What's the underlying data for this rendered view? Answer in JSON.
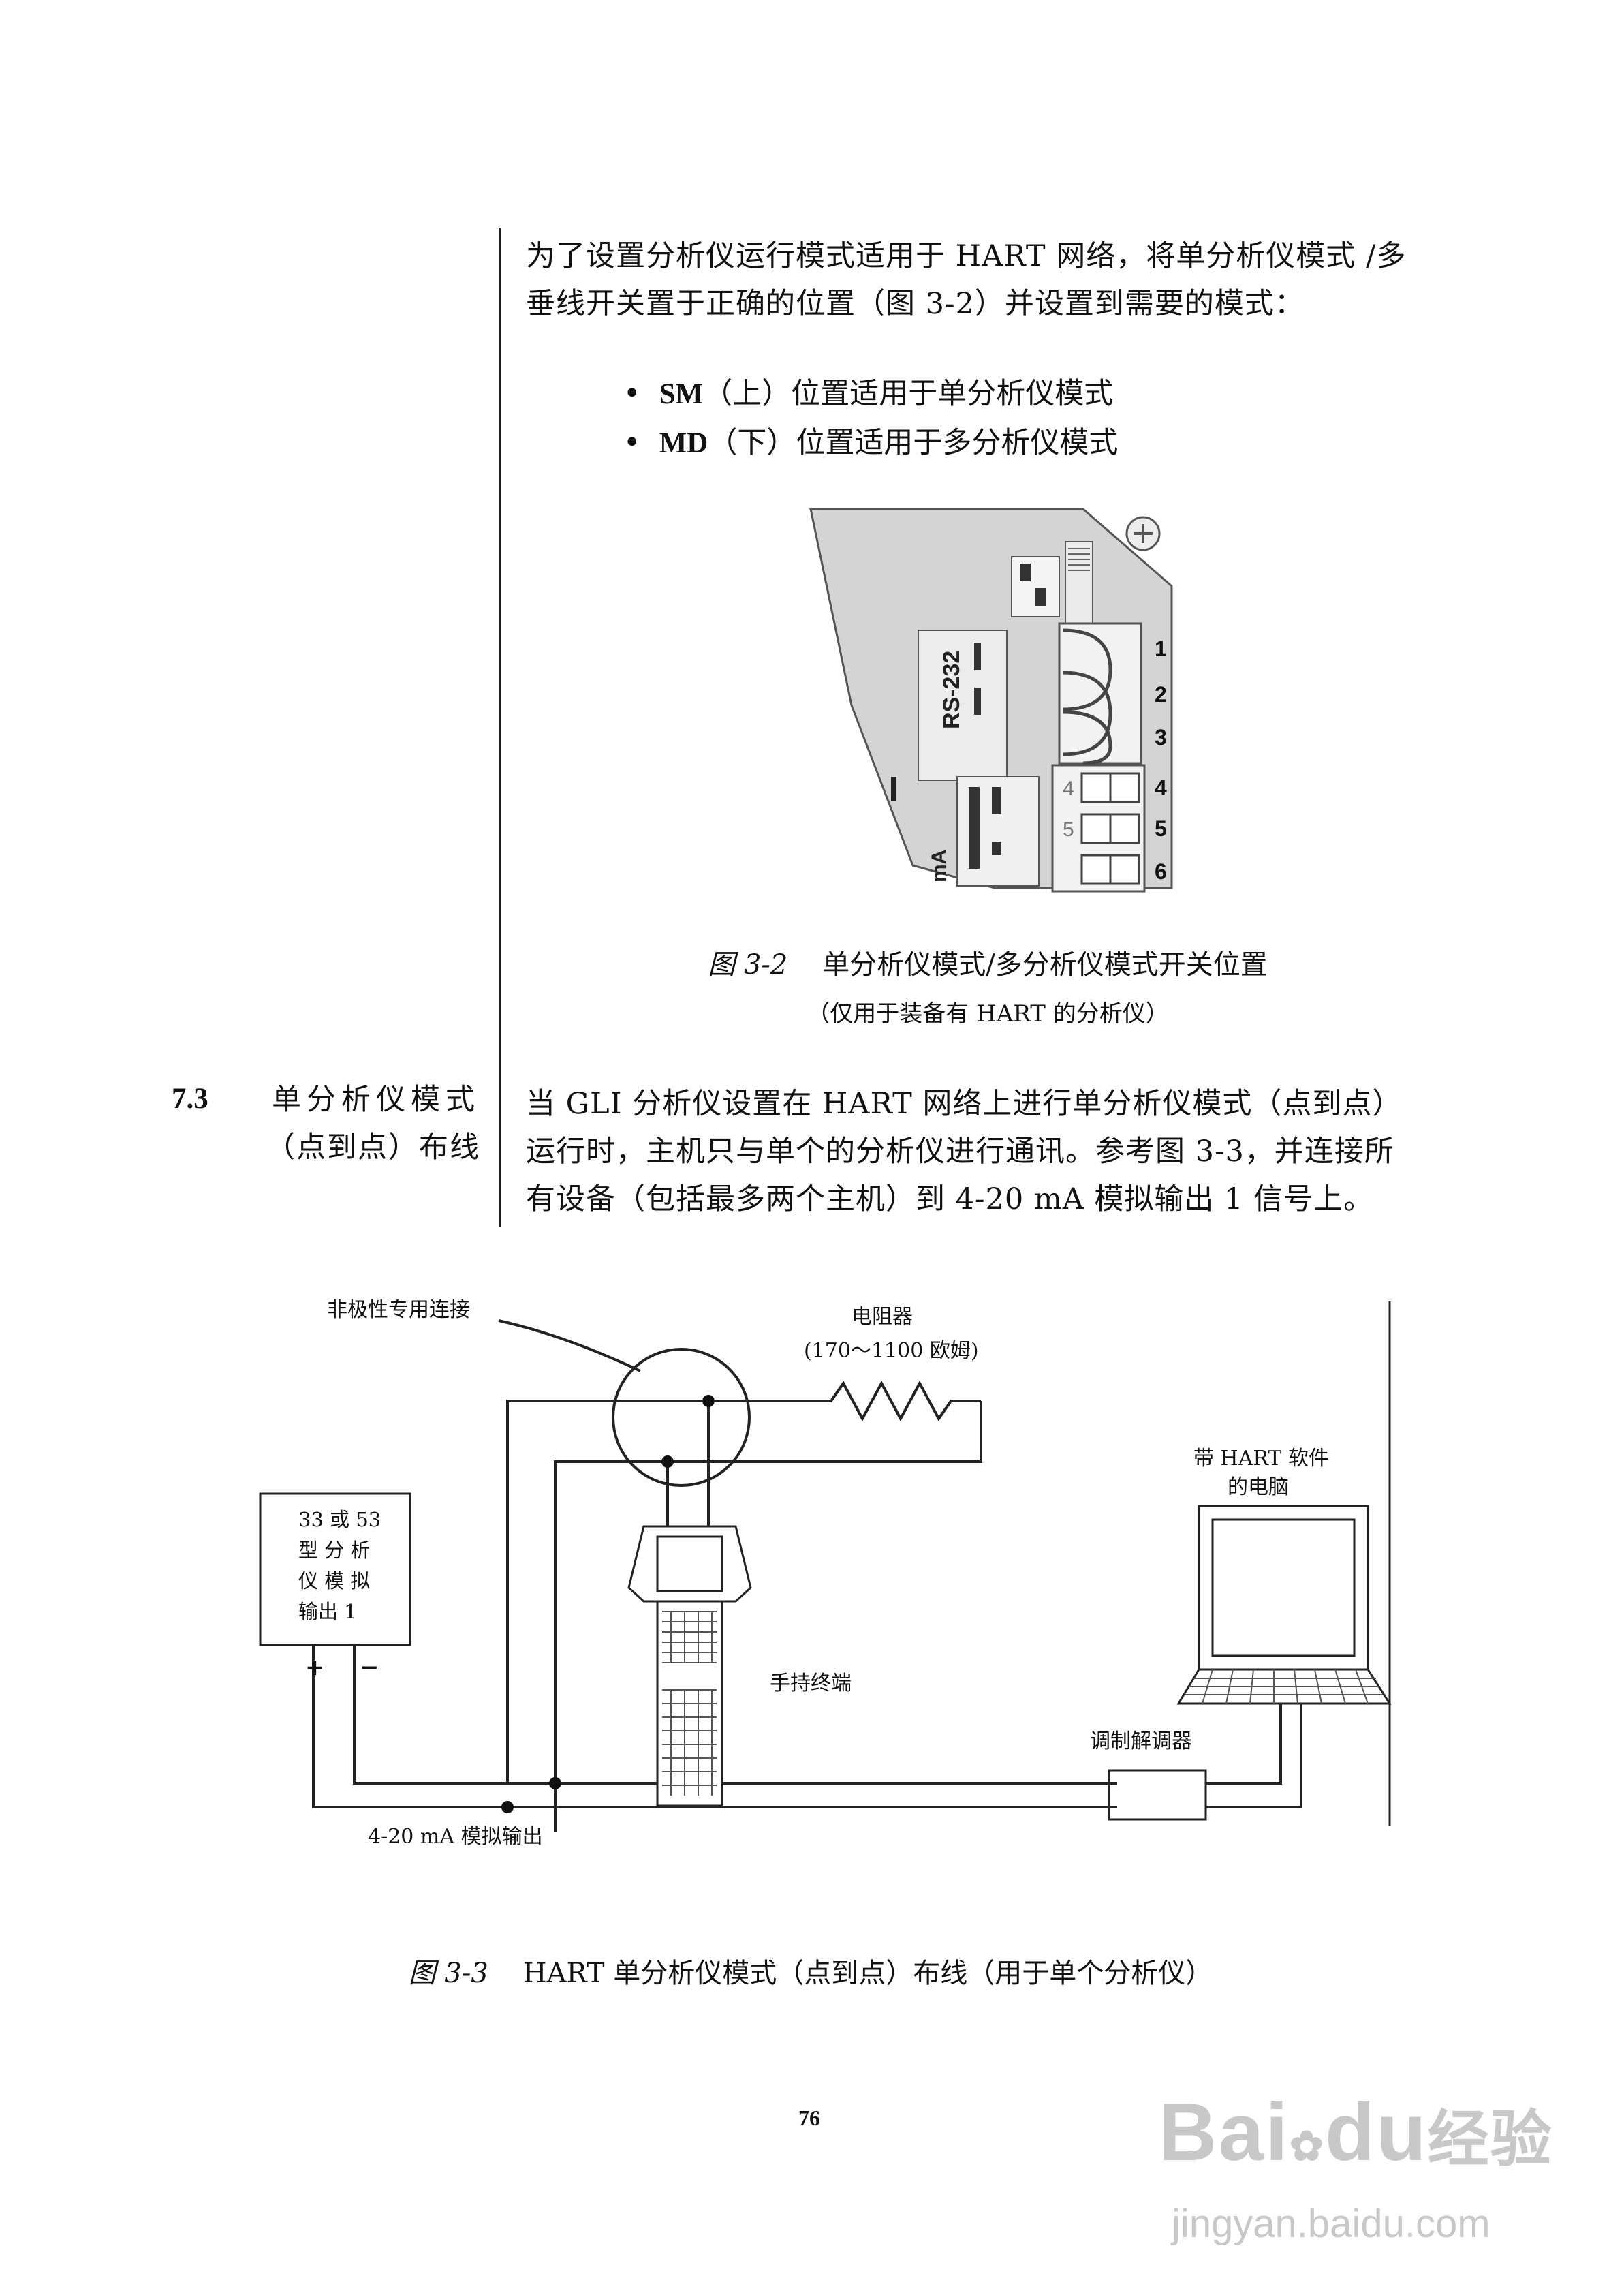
{
  "intro": {
    "line1": "为了设置分析仪运行模式适用于 HART 网络，将单分析仪模式 /多",
    "line2": "垂线开关置于正确的位置（图 3-2）并设置到需要的模式："
  },
  "bullets": [
    {
      "key": "SM",
      "text": "（上）位置适用于单分析仪模式"
    },
    {
      "key": "MD",
      "text": "（下）位置适用于多分析仪模式"
    }
  ],
  "fig2": {
    "terminals": [
      "1",
      "2",
      "3",
      "4",
      "5",
      "6"
    ],
    "inner_labels": [
      "4",
      "5"
    ],
    "rs232": "RS-232",
    "ma_label": "mA",
    "caption_num": "图 3-2",
    "caption_text": "单分析仪模式/多分析仪模式开关位置",
    "sub_caption": "（仅用于装备有 HART 的分析仪）"
  },
  "section": {
    "number": "7.3",
    "title_line1": "单分析仪模式",
    "title_line2": "（点到点）布线",
    "body_line1": "当 GLI 分析仪设置在 HART 网络上进行单分析仪模式（点到点）",
    "body_line2": "运行时，主机只与单个的分析仪进行通讯。参考图 3-3，并连接所",
    "body_line3": "有设备（包括最多两个主机）到 4-20 mA 模拟输出 1 信号上。"
  },
  "fig3": {
    "nonpolar": "非极性专用连接",
    "resistor": "电阻器",
    "resistor_range": "(170～1100 欧姆)",
    "analyzer_lines": [
      "33 或 53",
      "型 分 析",
      "仪 模 拟",
      "输出 1"
    ],
    "plus": "+",
    "minus": "−",
    "handheld": "手持终端",
    "pc_line1": "带 HART 软件",
    "pc_line2": "的电脑",
    "modem": "调制解调器",
    "output": "4-20 mA 模拟输出",
    "caption_num": "图 3-3",
    "caption_text": "HART 单分析仪模式（点到点）布线（用于单个分析仪）"
  },
  "page_number": "76",
  "watermark": {
    "brand": "Bai",
    "brand2": "du",
    "cn": "经验",
    "url": "jingyan.baidu.com"
  }
}
